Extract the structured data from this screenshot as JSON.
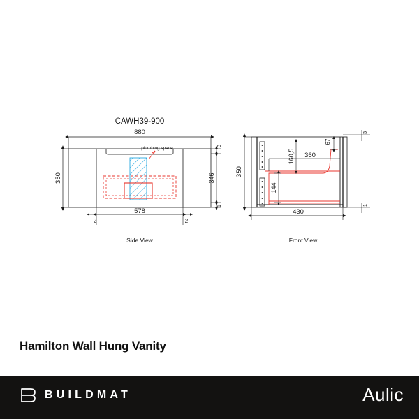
{
  "drawing": {
    "model_code": "CAWH39-900",
    "views": [
      {
        "id": "side",
        "label": "Side View"
      },
      {
        "id": "front",
        "label": "Front View"
      }
    ],
    "annotations": {
      "plumbing_space": "plumbing space"
    },
    "side_view_dimensions": {
      "overall_width": "880",
      "overall_height": "350",
      "top_edge": "3",
      "body_height": "346",
      "bottom_edge": "1",
      "inner_width": "578",
      "left_offset": "2",
      "right_offset": "2"
    },
    "front_view_dimensions": {
      "overall_height": "350",
      "overall_depth": "430",
      "top_edge": "3",
      "bottom_edge": "1",
      "upper_inner": "160,5",
      "mid_depth": "360",
      "lower_inner": "144",
      "front_lip": "67"
    },
    "colors": {
      "line": "#1a1a1a",
      "plumbing_hatch": "#29a8e0",
      "outline_red": "#e8342c",
      "background": "#ffffff"
    }
  },
  "caption": {
    "product_title": "Hamilton Wall Hung Vanity"
  },
  "footer": {
    "brand_primary": "BUILDMAT",
    "brand_secondary": "Aulic",
    "background": "#131211"
  }
}
